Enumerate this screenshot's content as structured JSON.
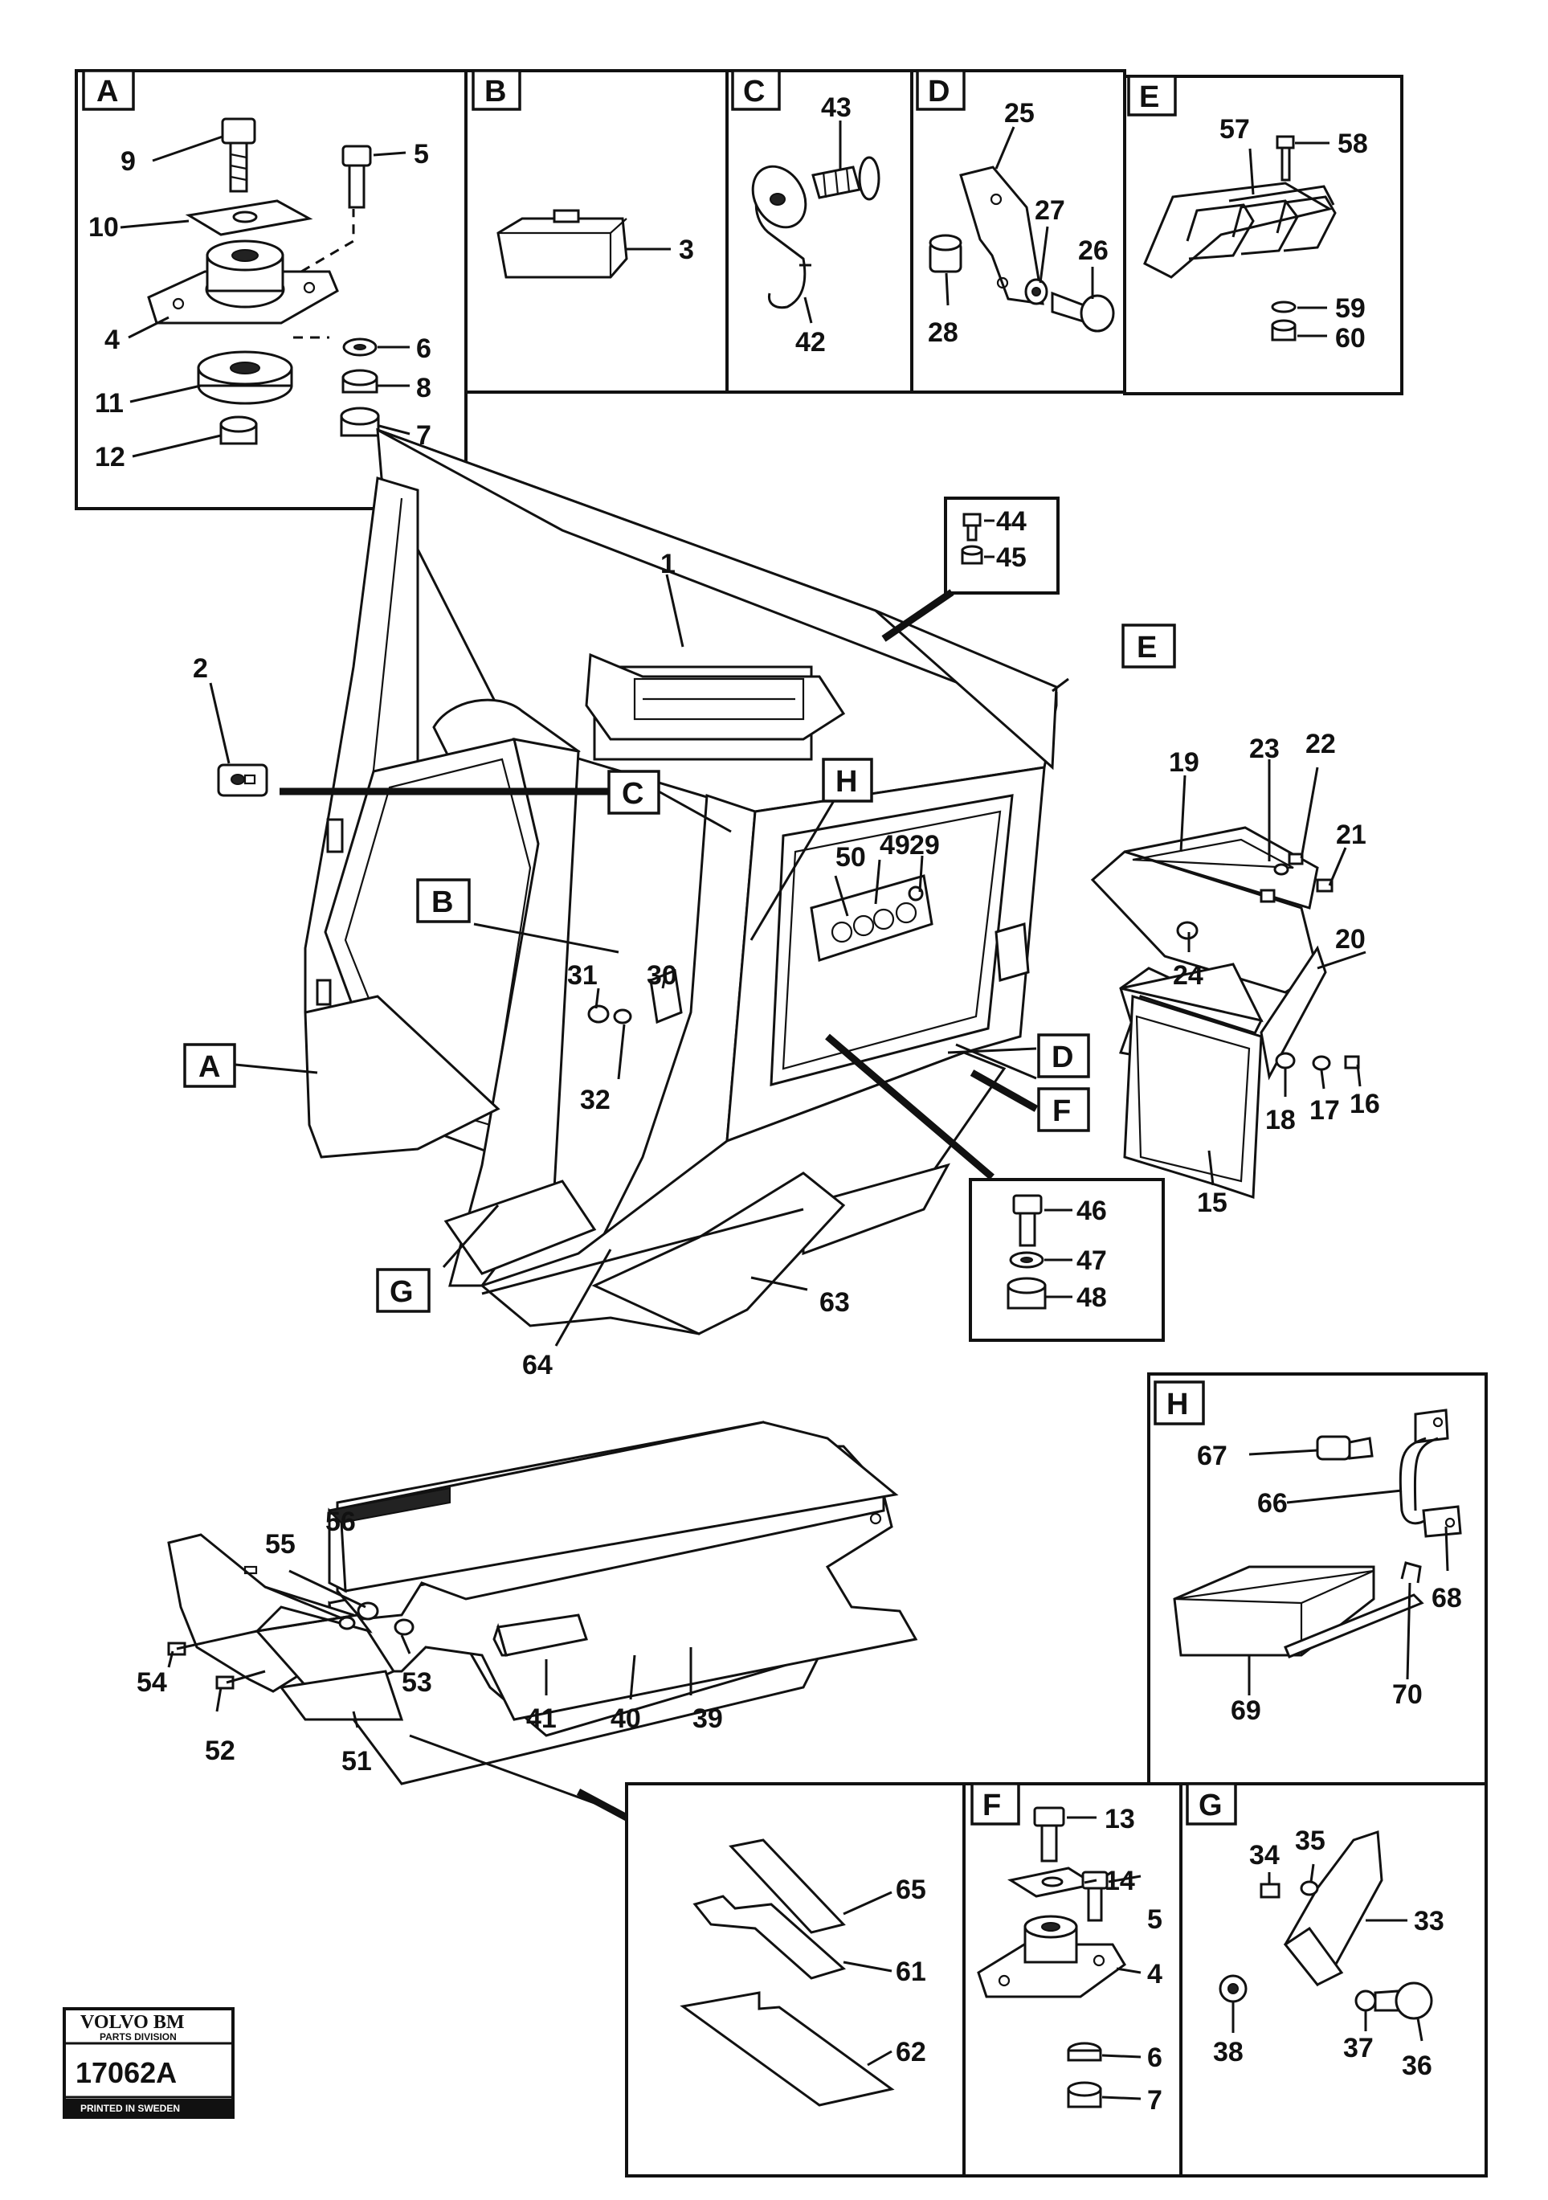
{
  "callouts": {
    "c1": "1",
    "c2": "2",
    "c3": "3",
    "c4": "4",
    "c5": "5",
    "c6": "6",
    "c7": "7",
    "c8": "8",
    "c9": "9",
    "c10": "10",
    "c11": "11",
    "c12": "12",
    "c13": "13",
    "c14": "14",
    "c15": "15",
    "c16": "16",
    "c17": "17",
    "c18": "18",
    "c19": "19",
    "c20": "20",
    "c21": "21",
    "c22": "22",
    "c23": "23",
    "c24": "24",
    "c25": "25",
    "c26": "26",
    "c27": "27",
    "c28": "28",
    "c29": "29",
    "c30": "30",
    "c31": "31",
    "c32": "32",
    "c33": "33",
    "c34": "34",
    "c35": "35",
    "c36": "36",
    "c37": "37",
    "c38": "38",
    "c39": "39",
    "c40": "40",
    "c41": "41",
    "c42": "42",
    "c43": "43",
    "c44": "44",
    "c45": "45",
    "c46": "46",
    "c47": "47",
    "c48": "48",
    "c49": "49",
    "c50": "50",
    "c51": "51",
    "c52": "52",
    "c53": "53",
    "c54": "54",
    "c55": "55",
    "c56": "56",
    "c57": "57",
    "c58": "58",
    "c59": "59",
    "c60": "60",
    "c61": "61",
    "c62": "62",
    "c63": "63",
    "c64": "64",
    "c65": "65",
    "c66": "66",
    "c67": "67",
    "c68": "68",
    "c69": "69",
    "c70": "70"
  },
  "detail_labels": {
    "A": "A",
    "B": "B",
    "C": "C",
    "D": "D",
    "E": "E",
    "F": "F",
    "G": "G",
    "H": "H"
  },
  "logo": {
    "brand": "VOLVO BM",
    "division": "PARTS DIVISION",
    "code": "17062A",
    "printed": "PRINTED IN SWEDEN"
  }
}
